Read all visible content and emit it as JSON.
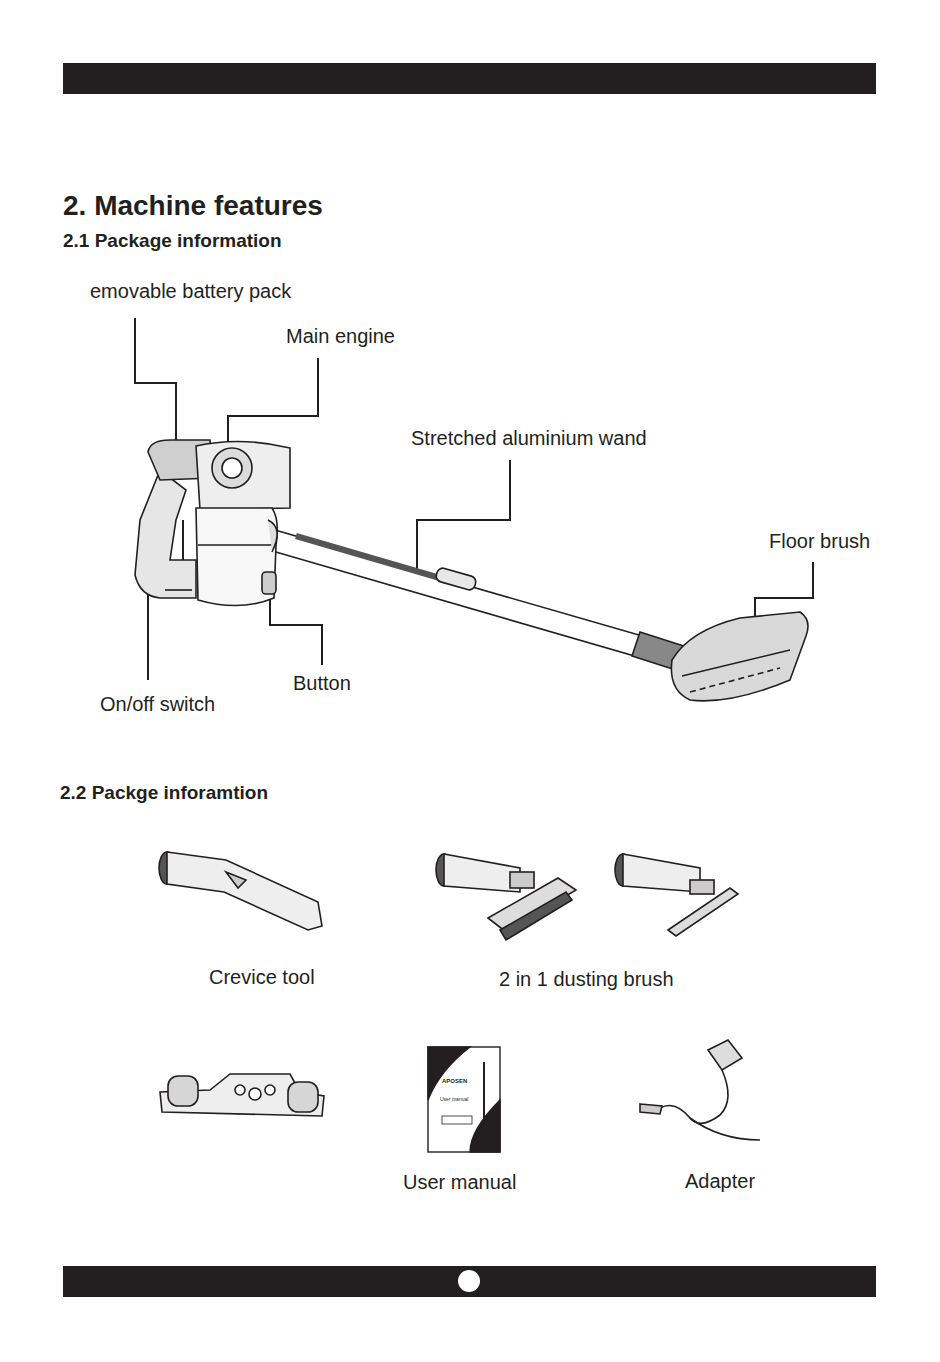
{
  "diagram": {
    "title": "2. Machine features",
    "labels": [
      "2.1 Package information",
      "emovable battery pack",
      "Main engine",
      "Stretched aluminium wand",
      "Floor brush",
      "On/off switch",
      "Button",
      "2.2 Packge inforamtion",
      "Crevice tool",
      "2 in 1 dusting brush",
      "APOSEN",
      "User manual",
      "User manual",
      "Adapter"
    ]
  }
}
